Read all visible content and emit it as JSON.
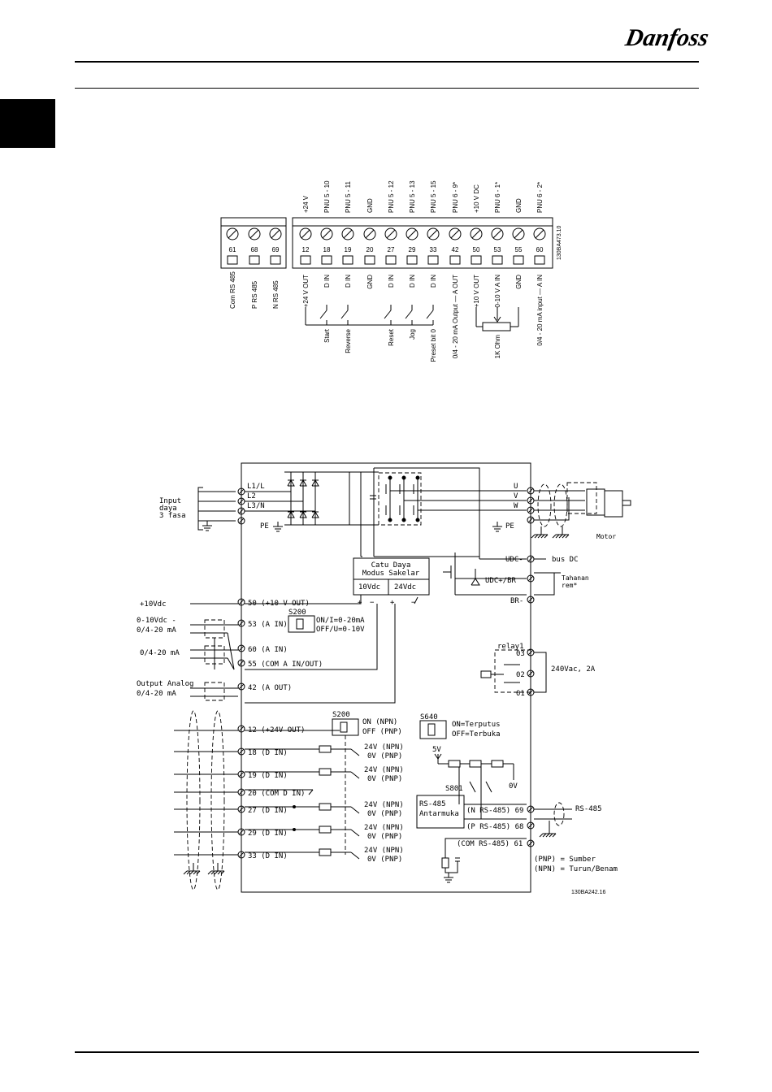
{
  "header": {
    "logo": "Danfoss"
  },
  "terminal_diagram": {
    "figure_code": "130BA473.10",
    "left_block": {
      "numbers": [
        "61",
        "68",
        "69"
      ],
      "labels": [
        "Com RS 485",
        "P RS 485",
        "N RS 485"
      ]
    },
    "right_block": {
      "top_labels": [
        "+24 V",
        "PNU 5 - 10",
        "PNU 5 - 11",
        "GND",
        "PNU 5 - 12",
        "PNU 5 - 13",
        "PNU 5 - 15",
        "PNU 6 - 9*",
        "+10 V DC",
        "PNU 6 - 1*",
        "GND",
        "PNU 6 - 2*"
      ],
      "numbers": [
        "12",
        "18",
        "19",
        "20",
        "27",
        "29",
        "33",
        "42",
        "50",
        "53",
        "55",
        "60"
      ],
      "bottom_labels": [
        "+24 V OUT",
        "D IN",
        "D IN",
        "GND",
        "D IN",
        "D IN",
        "D IN",
        "0/4 - 20 mA Output — A OUT",
        "+10 V OUT",
        "0-10 V A IN",
        "GND",
        "0/4 - 20 mA input — A IN"
      ],
      "switch_labels": [
        "Start",
        "Reverse",
        "Reset",
        "Jog",
        "Preset bit 0"
      ],
      "resistor_label": "1K Ohm"
    }
  },
  "wiring_diagram": {
    "figure_code": "130BA242.16",
    "power_input_label": [
      "Input",
      "daya",
      "3 fasa"
    ],
    "phases": [
      "L1/L",
      "L2",
      "L3/N"
    ],
    "pe_left": "PE",
    "outputs": [
      "U",
      "V",
      "W"
    ],
    "pe_right": "PE",
    "motor_label": "Motor",
    "psu": {
      "title": [
        "Catu Daya",
        "Modus Sakelar"
      ],
      "v1": "10Vdc",
      "v2": "24Vdc"
    },
    "dc_bus": {
      "udc": "UDC-",
      "udc_plus": "UDC+/BR",
      "br": "BR-",
      "bus_label": "bus DC",
      "brake_label": [
        "Tahanan",
        "rem*"
      ]
    },
    "analog": {
      "t50": "50 (+10 V OUT)",
      "t50_in": "+10Vdc",
      "t53": "53 (A IN)",
      "t53_in": [
        "0-10Vdc -",
        "0/4-20 mA"
      ],
      "s200_a": {
        "name": "S200",
        "line1": "ON/I=0-20mA",
        "line2": "OFF/U=0-10V"
      },
      "t60": "60 (A IN)",
      "t60_in": "0/4-20 mA",
      "t55": "55 (COM A IN/OUT)",
      "t42": "42 (A OUT)",
      "t42_in": [
        "Output Analog",
        "0/4-20 mA"
      ]
    },
    "relay": {
      "name": "relay1",
      "pins": [
        "03",
        "02",
        "01"
      ],
      "rating": "240Vac, 2A"
    },
    "digital": {
      "t12": "12 (+24V OUT)",
      "s200_b": {
        "name": "S200",
        "line1": "ON (NPN)",
        "line2": "OFF (PNP)"
      },
      "rows": [
        "18 (D IN)",
        "19 (D IN)",
        "20 (COM D IN)",
        "27 (D IN)",
        "29 (D IN)",
        "33 (D IN)"
      ],
      "npn": "24V (NPN)",
      "pnp": "0V (PNP)"
    },
    "s640": {
      "name": "S640",
      "line1": "ON=Terputus",
      "line2": "OFF=Terbuka"
    },
    "bus": {
      "v5": "5V",
      "v0": "0V",
      "s801": "S801",
      "rs485_box": [
        "RS-485",
        "Antarmuka"
      ],
      "n": "(N RS-485) 69",
      "p": "(P RS-485) 68",
      "com": "(COM RS-485) 61",
      "rs485": "RS-485"
    },
    "legend": {
      "pnp": "(PNP) = Sumber",
      "npn": "(NPN) = Turun/Benam"
    }
  }
}
